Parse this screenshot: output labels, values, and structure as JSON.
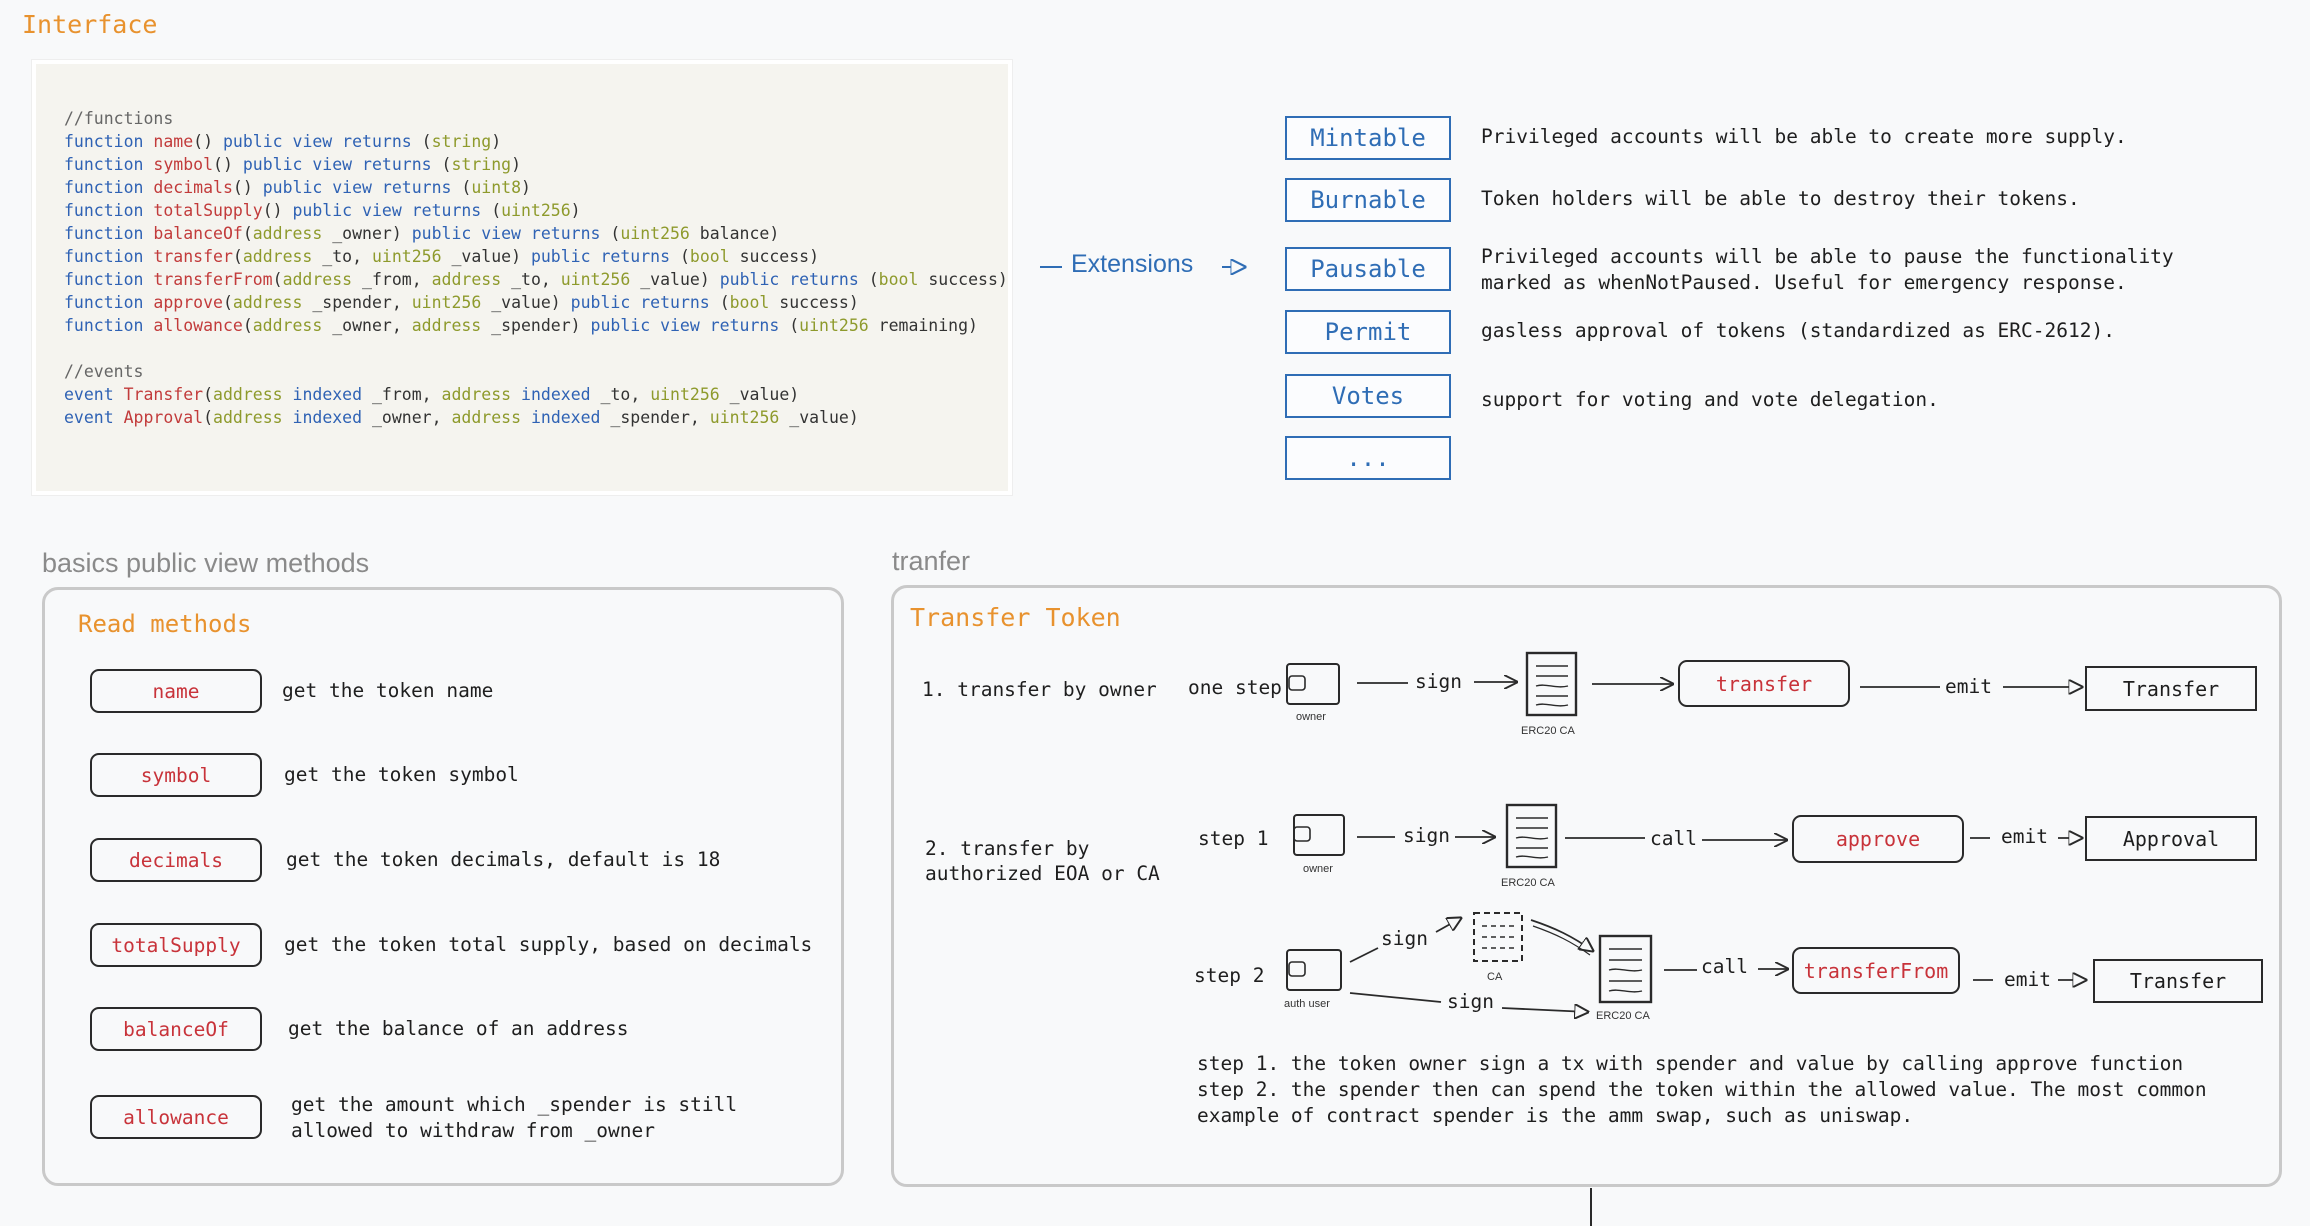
{
  "interface": {
    "title": "Interface",
    "code": {
      "functions_comment": "//functions",
      "events_comment": "//events"
    }
  },
  "extensions": {
    "label": "Extensions",
    "items": [
      {
        "name": "Mintable",
        "desc": "Privileged accounts will be able to create more supply."
      },
      {
        "name": "Burnable",
        "desc": "Token holders will be able to destroy their tokens."
      },
      {
        "name": "Pausable",
        "desc": "Privileged accounts will be able to pause the functionality",
        "desc2": "marked as whenNotPaused. Useful for emergency response."
      },
      {
        "name": "Permit",
        "desc": "gasless approval of tokens (standardized as ERC-2612)."
      },
      {
        "name": "Votes",
        "desc": "support for voting and vote delegation."
      },
      {
        "name": "...",
        "desc": ""
      }
    ]
  },
  "basics": {
    "section_label": "basics public view methods",
    "title": "Read methods",
    "methods": [
      {
        "name": "name",
        "desc": "get the token name"
      },
      {
        "name": "symbol",
        "desc": "get the token symbol"
      },
      {
        "name": "decimals",
        "desc": "get the token decimals, default is 18"
      },
      {
        "name": "totalSupply",
        "desc": "get the token total supply, based on decimals"
      },
      {
        "name": "balanceOf",
        "desc": "get the balance of an address"
      },
      {
        "name": "allowance",
        "desc": "get the amount which _spender is still",
        "desc2": "allowed to withdraw from _owner"
      }
    ]
  },
  "transfer": {
    "section_label": "tranfer",
    "title": "Transfer Token",
    "case1": {
      "label": "1. transfer by owner",
      "step": "one step",
      "owner": "owner",
      "sign": "sign",
      "contract": "ERC20 CA",
      "fn": "transfer",
      "emit": "emit",
      "event": "Transfer"
    },
    "case2": {
      "label_line1": "2. transfer by",
      "label_line2": "authorized EOA or CA",
      "step1": {
        "step": "step 1",
        "owner": "owner",
        "sign": "sign",
        "contract": "ERC20 CA",
        "call": "call",
        "fn": "approve",
        "emit": "emit",
        "event": "Approval"
      },
      "step2": {
        "step": "step 2",
        "user": "auth user",
        "sign_top": "sign",
        "ca": "CA",
        "sign_bottom": "sign",
        "contract": "ERC20 CA",
        "call": "call",
        "fn": "transferFrom",
        "emit": "emit",
        "event": "Transfer"
      }
    },
    "notes": [
      "step 1. the token owner sign a tx with spender and value by calling approve function",
      "step 2. the spender then can spend the token within the allowed value. The most common",
      "example of contract spender is the amm swap, such as uniswap."
    ]
  }
}
